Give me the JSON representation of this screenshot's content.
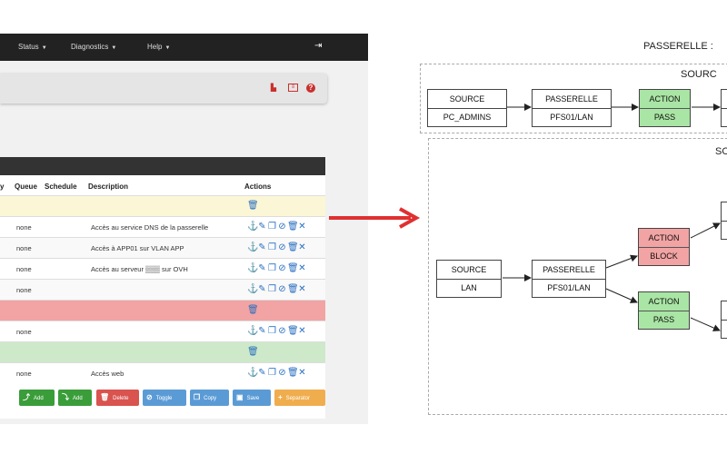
{
  "screenshot": {
    "nav": [
      {
        "label": "Status"
      },
      {
        "label": "Diagnostics"
      },
      {
        "label": "Help"
      }
    ],
    "table": {
      "headers": [
        "y",
        "Queue",
        "Schedule",
        "Description",
        "Actions"
      ],
      "rows": [
        {
          "kind": "separator",
          "color": "#fbf6d5"
        },
        {
          "kind": "rule",
          "queue": "none",
          "description": "Accès au service DNS de la passerelle"
        },
        {
          "kind": "rule",
          "queue": "none",
          "description": "Accès à APP01 sur VLAN APP"
        },
        {
          "kind": "rule",
          "queue": "none",
          "description": "Accès au serveur ▒▒▒ sur OVH"
        },
        {
          "kind": "rule",
          "queue": "none",
          "description": ""
        },
        {
          "kind": "separator",
          "color": "#f2a3a3"
        },
        {
          "kind": "rule",
          "queue": "none",
          "description": ""
        },
        {
          "kind": "separator",
          "color": "#cde9c9"
        },
        {
          "kind": "rule",
          "queue": "none",
          "description": "Accès web"
        }
      ]
    },
    "buttons": [
      {
        "label": "Add",
        "icon": "arrow-up-icon",
        "color": "green"
      },
      {
        "label": "Add",
        "icon": "arrow-down-icon",
        "color": "green"
      },
      {
        "label": "Delete",
        "icon": "trash-icon",
        "color": "red"
      },
      {
        "label": "Toggle",
        "icon": "ban-icon",
        "color": "blue"
      },
      {
        "label": "Copy",
        "icon": "copy-icon",
        "color": "blue"
      },
      {
        "label": "Save",
        "icon": "save-icon",
        "color": "blue"
      },
      {
        "label": "Separator",
        "icon": "plus-icon",
        "color": "orange"
      }
    ]
  },
  "diagram": {
    "title": "PASSERELLE :",
    "group1_label": "SOURC",
    "group2_label": "SO",
    "group1": {
      "source": {
        "top": "SOURCE",
        "bottom": "PC_ADMINS"
      },
      "gateway": {
        "top": "PASSERELLE",
        "bottom": "PFS01/LAN"
      },
      "action": {
        "top": "ACTION",
        "bottom": "PASS"
      }
    },
    "group2": {
      "source": {
        "top": "SOURCE",
        "bottom": "LAN"
      },
      "gateway": {
        "top": "PASSERELLE",
        "bottom": "PFS01/LAN"
      },
      "action_block": {
        "top": "ACTION",
        "bottom": "BLOCK"
      },
      "action_pass": {
        "top": "ACTION",
        "bottom": "PASS"
      }
    }
  },
  "colors": {
    "arrow": "#e03030",
    "pass": "#a9e5a4",
    "block": "#f2a3a3"
  }
}
